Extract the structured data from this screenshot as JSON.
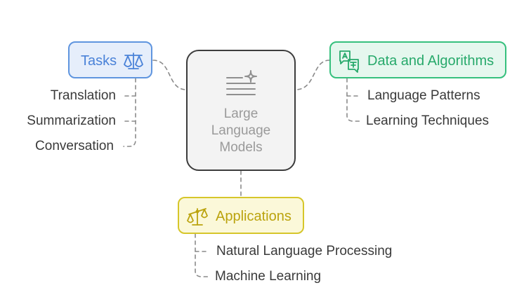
{
  "center": {
    "title_lines": [
      "Large",
      "Language",
      "Models"
    ],
    "icon": "document-sparkle-icon"
  },
  "tasks": {
    "label": "Tasks",
    "icon": "balance-scale-icon",
    "color": "#4a82d8",
    "items": [
      "Translation",
      "Summarization",
      "Conversation"
    ]
  },
  "data_algorithms": {
    "label": "Data and Algorithms",
    "icon": "translate-icon",
    "color": "#27a96b",
    "items": [
      "Language Patterns",
      "Learning Techniques"
    ]
  },
  "applications": {
    "label": "Applications",
    "icon": "balance-icon",
    "color": "#bba30d",
    "items": [
      "Natural Language Processing",
      "Machine Learning"
    ]
  }
}
